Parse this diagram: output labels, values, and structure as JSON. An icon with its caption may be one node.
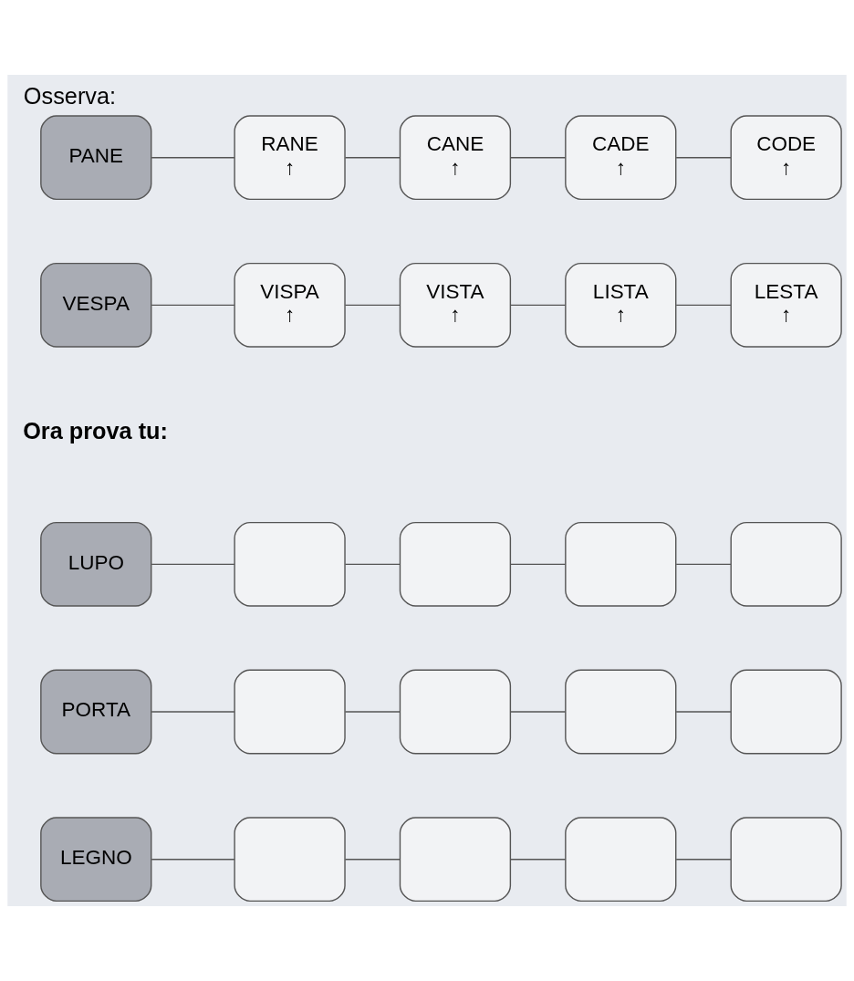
{
  "diagram": {
    "title": "Osserva:",
    "nodes": [
      {
        "text": [
          "PANE"
        ]
      },
      {
        "text": [
          "RANE",
          "↑"
        ]
      },
      {
        "text": [
          "CANE",
          "↑"
        ]
      },
      {
        "text": [
          "CADE",
          "↑"
        ]
      },
      {
        "text": [
          "CODE",
          "↑"
        ]
      },
      {
        "text": [
          "VESPA"
        ]
      },
      {
        "text": [
          "VISPA",
          "↑"
        ]
      },
      {
        "text": [
          "VISTA",
          "↑"
        ]
      },
      {
        "text": [
          "LISTA",
          "↑"
        ]
      },
      {
        "text": [
          "LESTA",
          "↑"
        ]
      },
      {
        "text": [
          "LUPO"
        ]
      },
      {
        "text": [],
        "shape": "box"
      },
      {
        "text": [],
        "shape": "box"
      },
      {
        "text": [],
        "shape": "box"
      },
      {
        "text": [],
        "shape": "box"
      },
      {
        "text": [
          "PORTA"
        ]
      },
      {
        "text": [],
        "shape": "box"
      },
      {
        "text": [],
        "shape": "box"
      },
      {
        "text": [],
        "shape": "box"
      },
      {
        "text": [],
        "shape": "box"
      },
      {
        "text": [
          "LEGNO"
        ]
      },
      {
        "text": [],
        "shape": "box"
      },
      {
        "text": [],
        "shape": "box"
      },
      {
        "text": [],
        "shape": "box"
      },
      {
        "text": [],
        "shape": "box"
      }
    ],
    "edges": [
      {
        "from": 0,
        "to": 1,
        "arrow": "none"
      },
      {
        "from": 1,
        "to": 2,
        "arrow": "none"
      },
      {
        "from": 2,
        "to": 3,
        "arrow": "none"
      },
      {
        "from": 3,
        "to": 4,
        "arrow": "none"
      },
      {
        "from": 5,
        "to": 6,
        "arrow": "none"
      },
      {
        "from": 6,
        "to": 7,
        "arrow": "none"
      },
      {
        "from": 7,
        "to": 8,
        "arrow": "none"
      },
      {
        "from": 8,
        "to": 9,
        "arrow": "none"
      },
      {
        "from": 10,
        "to": 11,
        "arrow": "none"
      },
      {
        "from": 11,
        "to": 12,
        "arrow": "none"
      },
      {
        "from": 12,
        "to": 13,
        "arrow": "none"
      },
      {
        "from": 13,
        "to": 14,
        "arrow": "none"
      },
      {
        "from": 15,
        "to": 16,
        "arrow": "none"
      },
      {
        "from": 16,
        "to": 17,
        "arrow": "none"
      },
      {
        "from": 17,
        "to": 18,
        "arrow": "none"
      },
      {
        "from": 18,
        "to": 19,
        "arrow": "none"
      },
      {
        "from": 20,
        "to": 21,
        "arrow": "none"
      },
      {
        "from": 21,
        "to": 22,
        "arrow": "none"
      },
      {
        "from": 22,
        "to": 23,
        "arrow": "none"
      },
      {
        "from": 23,
        "to": 24,
        "arrow": "none"
      }
    ],
    "labels": [
      "Ora prova tu:"
    ]
  }
}
